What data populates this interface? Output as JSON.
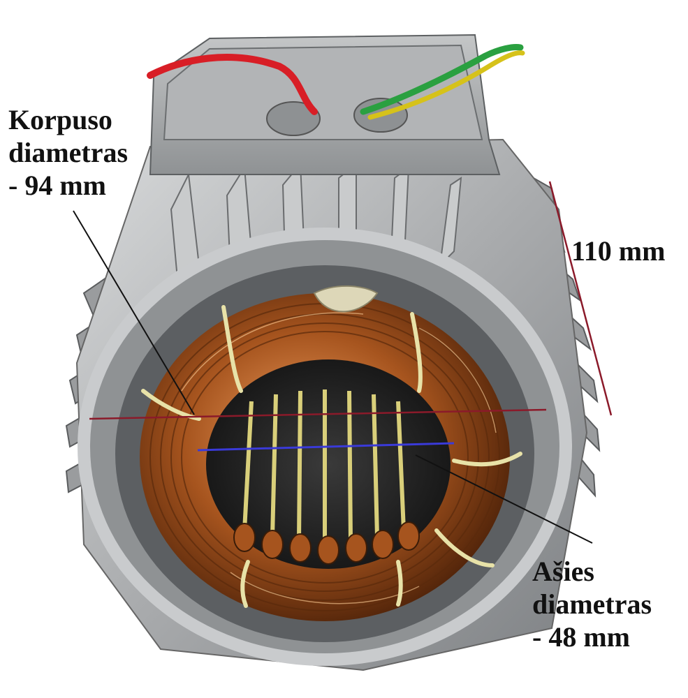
{
  "labels": {
    "housing": {
      "line1": "Korpuso",
      "line2": "diametras",
      "line3": "- 94 mm"
    },
    "length": "110 mm",
    "shaft": {
      "line1": "Ašies",
      "line2": "diametras",
      "line3": "- 48 mm"
    }
  },
  "colors": {
    "housing_line": "#8b1a2a",
    "shaft_line": "#3a3ad8",
    "leader_line": "#111111",
    "aluminum": "#b9bbbd",
    "copper": "#a6541e"
  }
}
